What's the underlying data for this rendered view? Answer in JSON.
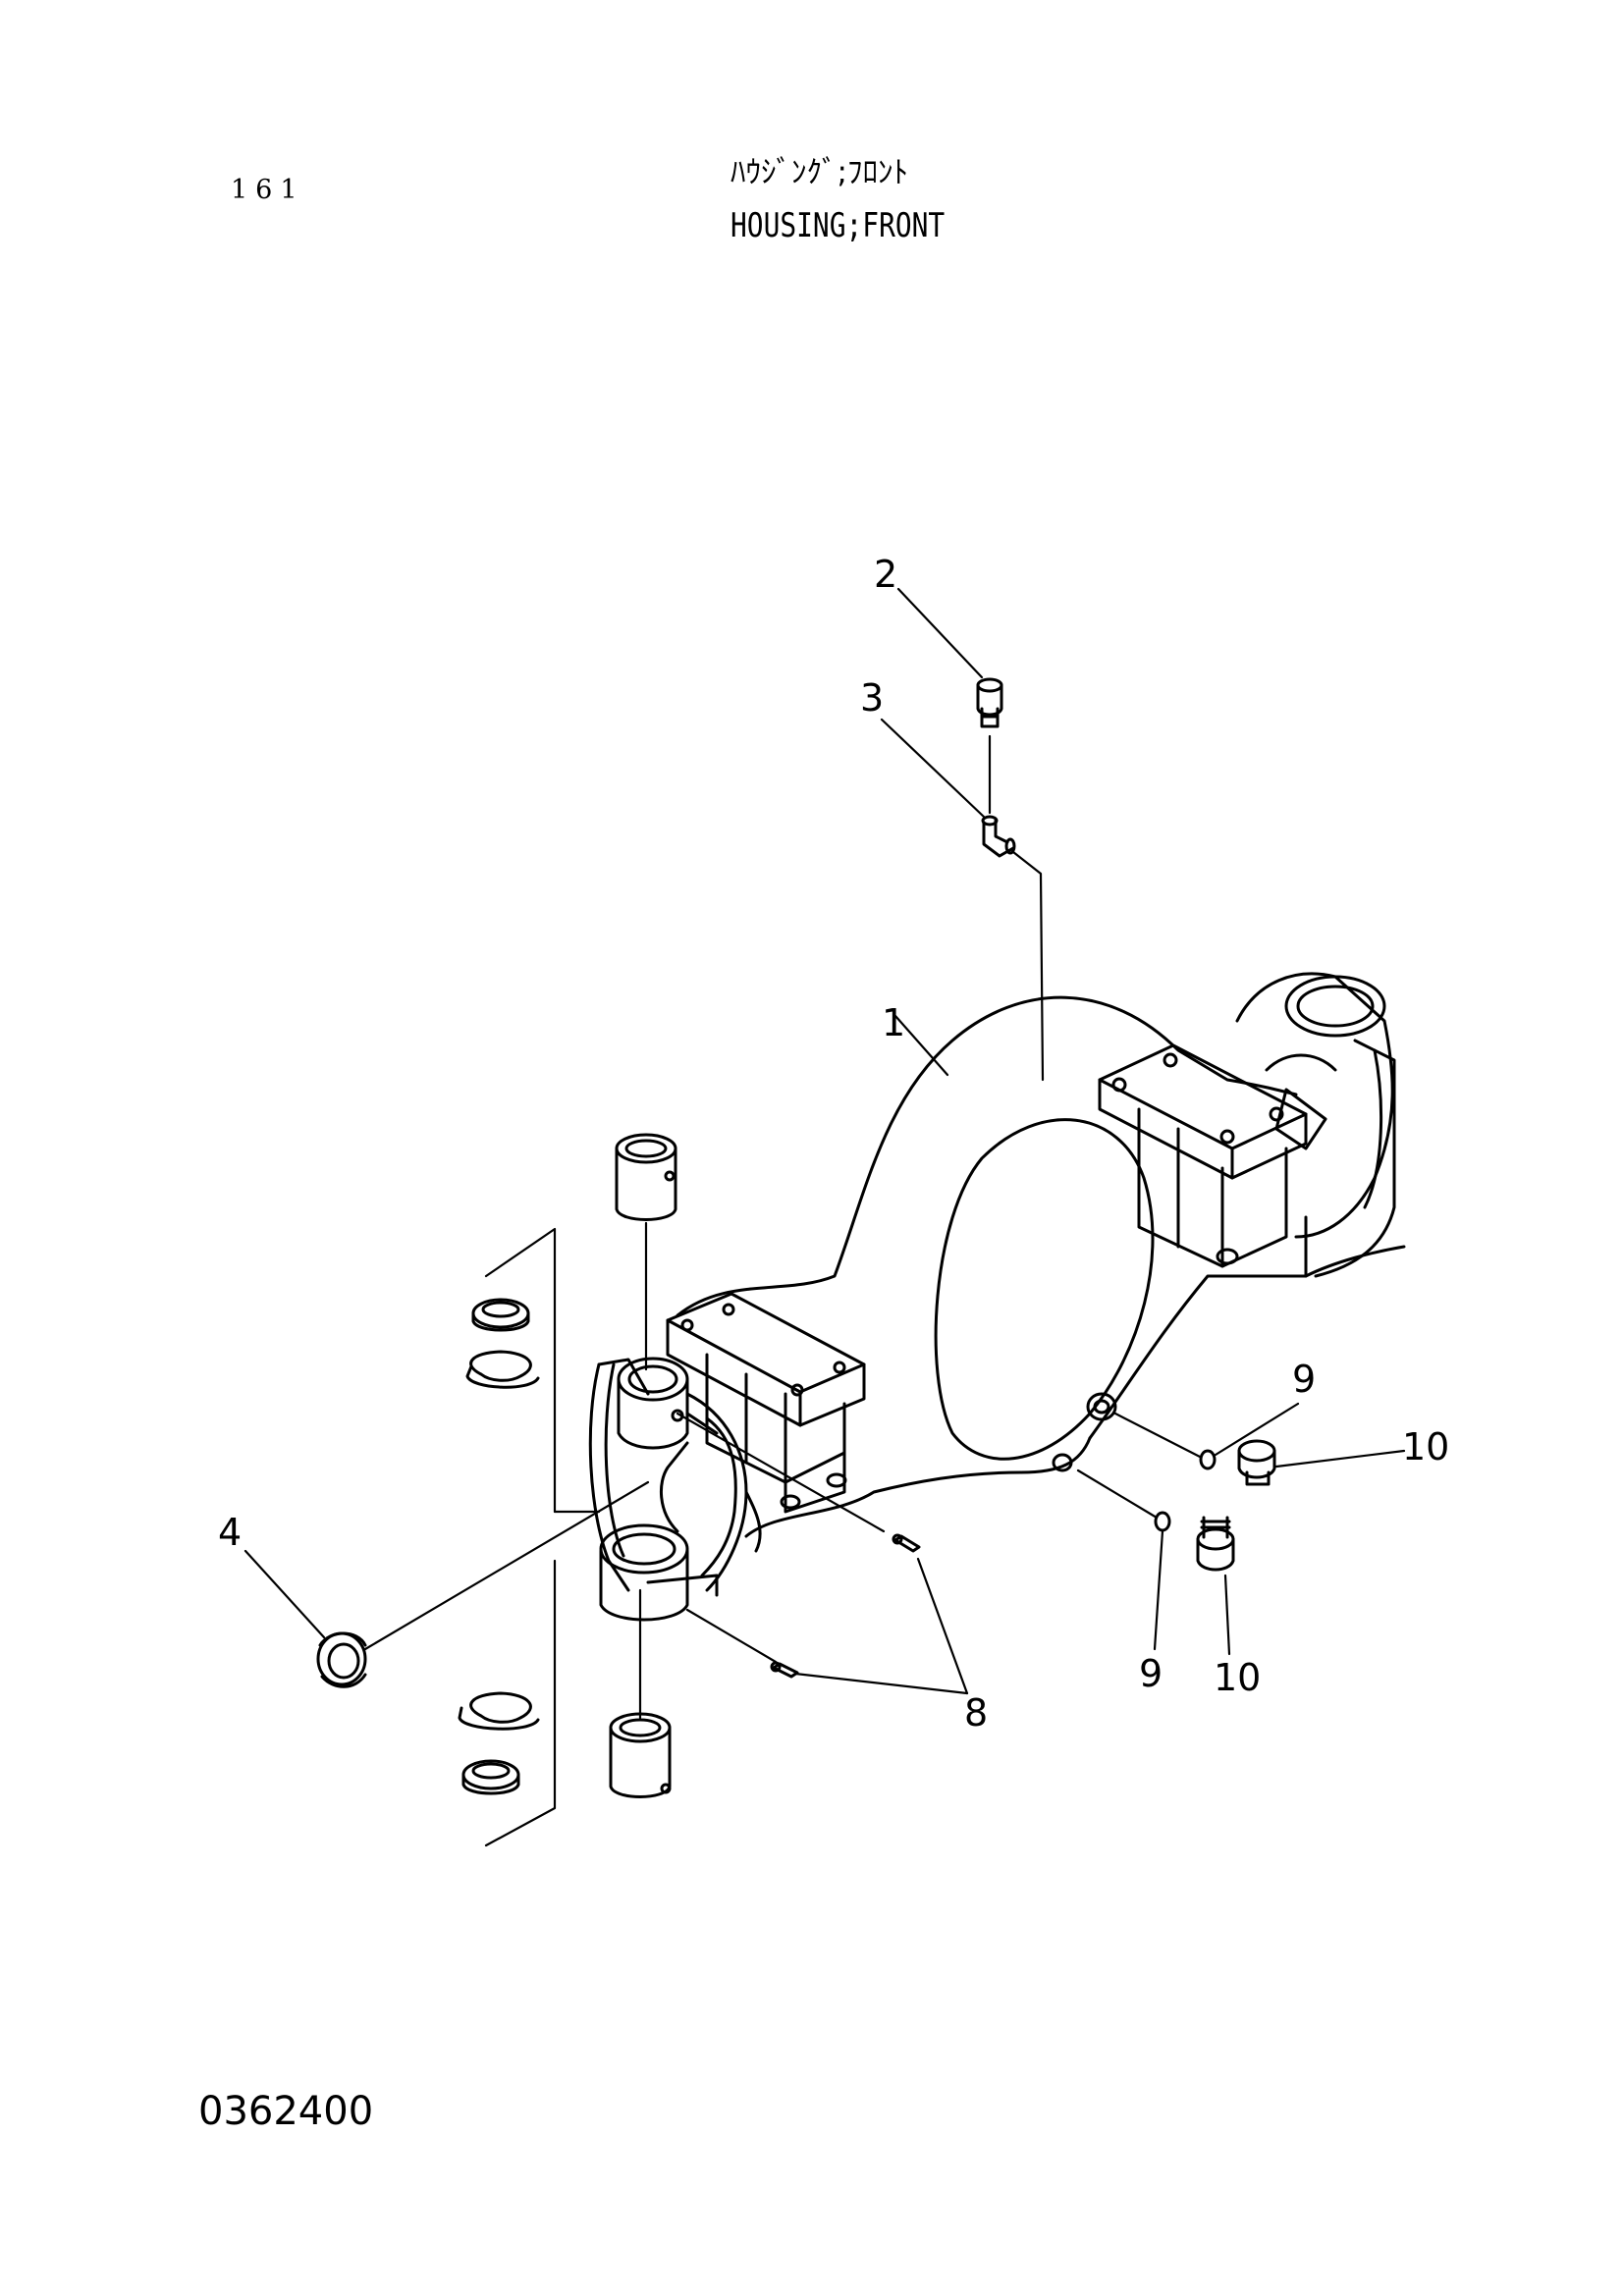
{
  "header": {
    "page_number": "161",
    "title_jp": "ﾊｳｼﾞﾝｸﾞ;ﾌﾛﾝﾄ",
    "title_en": "HOUSING;FRONT"
  },
  "footer": {
    "drawing_number": "0362400"
  },
  "callouts": {
    "c1": "1",
    "c2": "2",
    "c3": "3",
    "c4": "4",
    "c8": "8",
    "c9a": "9",
    "c9b": "9",
    "c10a": "10",
    "c10b": "10"
  }
}
